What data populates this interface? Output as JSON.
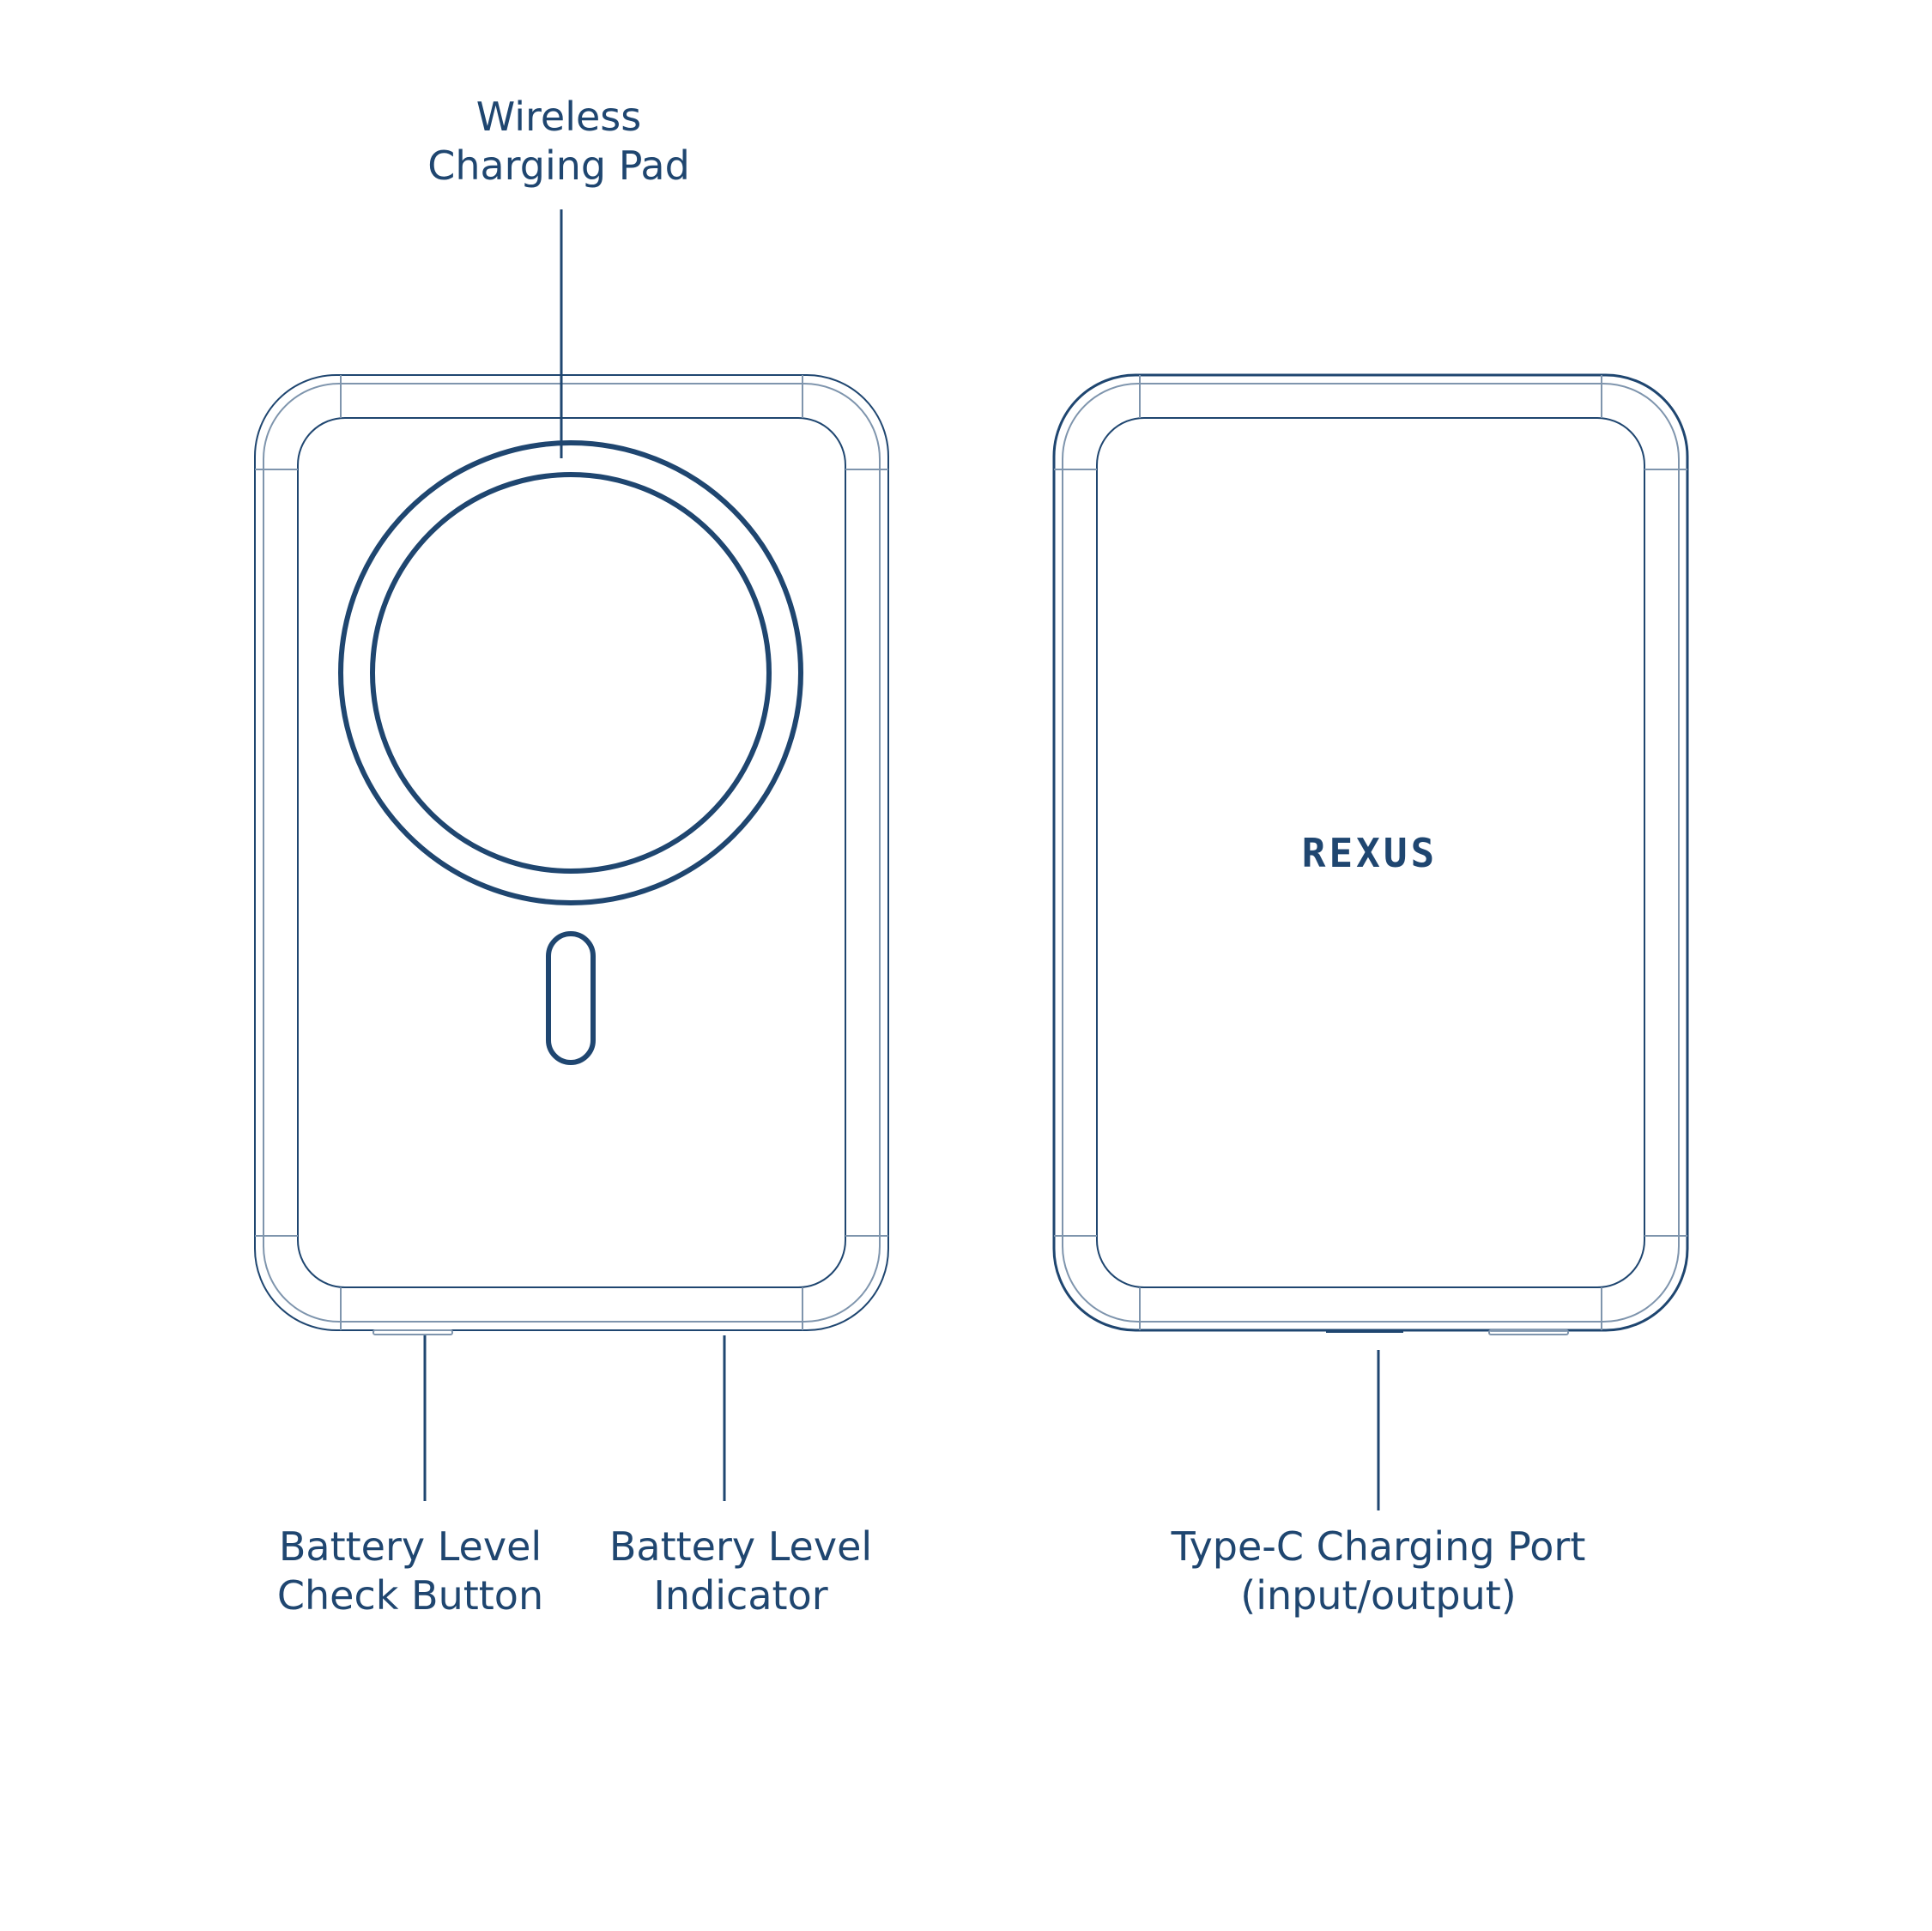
{
  "colors": {
    "line": "#1f4670",
    "line_light": "#7f95ad",
    "background": "#ffffff"
  },
  "labels": {
    "wireless_pad": {
      "line1": "Wireless",
      "line2": "Charging Pad"
    },
    "check_button": {
      "line1": "Battery Level",
      "line2": "Check Button"
    },
    "level_indicator": {
      "line1": "Battery Level",
      "line2": "Indicator"
    },
    "type_c_port": {
      "line1": "Type-C Charging Port",
      "line2": "(input/output)"
    }
  },
  "logo": {
    "text": "REXUS"
  },
  "views": {
    "front": "front-view",
    "back": "back-view"
  }
}
